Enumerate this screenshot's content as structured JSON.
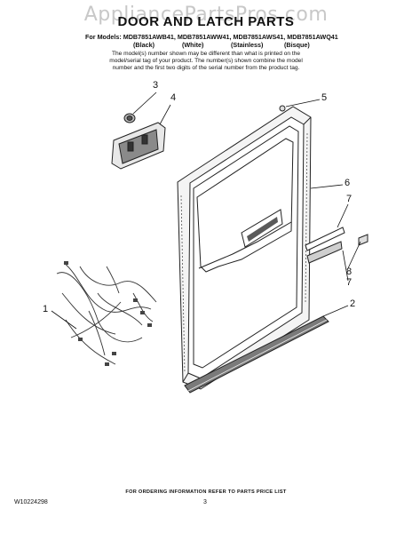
{
  "watermark": "AppliancePartsPros.com",
  "title": "DOOR AND LATCH PARTS",
  "models_line": "For Models: MDB7851AWB41, MDB7851AWW41, MDB7851AWS41, MDB7851AWQ41",
  "finishes": [
    "(Black)",
    "(White)",
    "(Stainless)",
    "(Bisque)"
  ],
  "note_lines": [
    "The model(s) number shown may be different than what is printed on the",
    "model/serial tag of your product. The number(s) shown combine the model",
    "number and the first two digits of the serial number from the product tag."
  ],
  "callouts": [
    "3",
    "4",
    "5",
    "6",
    "7",
    "8",
    "7",
    "1",
    "2"
  ],
  "footer": {
    "ordering": "FOR ORDERING INFORMATION REFER TO PARTS PRICE LIST",
    "doc_number": "W10224298",
    "page": "3"
  },
  "colors": {
    "ink": "#111111",
    "gray": "#888888",
    "panel_dark": "#5a5a5a",
    "watermark": "#c8c8c8"
  }
}
